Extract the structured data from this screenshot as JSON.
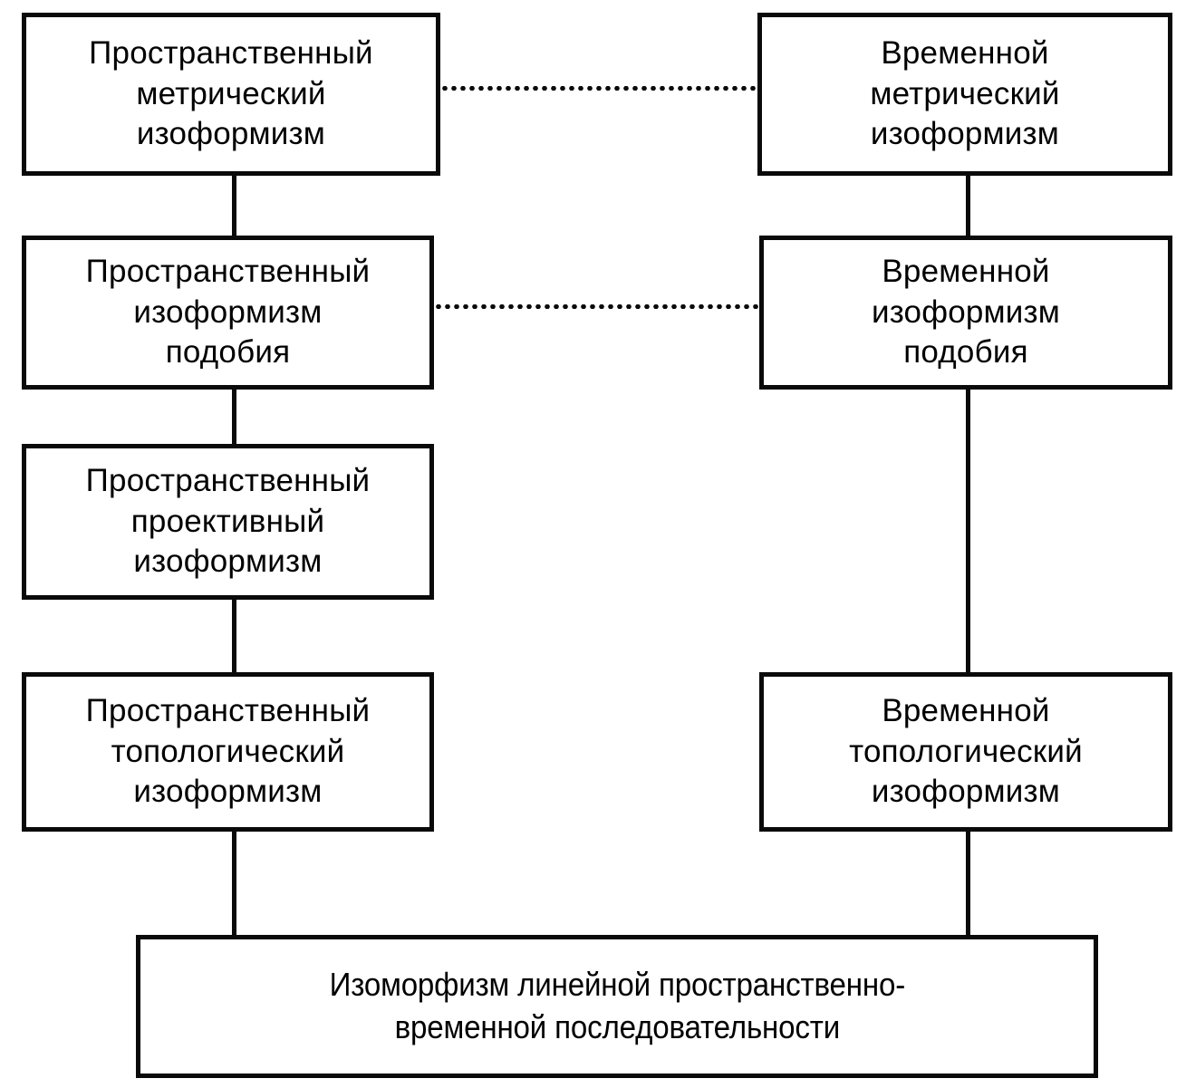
{
  "diagram": {
    "title_text_present": false,
    "colors": {
      "stroke": "#0a0a0a",
      "background": "#ffffff",
      "text": "#000000"
    },
    "columns": [
      {
        "key": "spatial",
        "heading_word": "Пространственный"
      },
      {
        "key": "temporal",
        "heading_word": "Временной"
      }
    ],
    "nodes": [
      {
        "id": "spatial-metric",
        "label": "Пространственный\nметрический\nизоформизм",
        "column": "spatial",
        "row": 1
      },
      {
        "id": "temporal-metric",
        "label": "Временной\nметрический\nизоформизм",
        "column": "temporal",
        "row": 1
      },
      {
        "id": "spatial-similarity",
        "label": "Пространственный\nизоформизм\nподобия",
        "column": "spatial",
        "row": 2
      },
      {
        "id": "temporal-similarity",
        "label": "Временной\nизоформизм\nподобия",
        "column": "temporal",
        "row": 2
      },
      {
        "id": "spatial-projective",
        "label": "Пространственный\nпроективный\nизоформизм",
        "column": "spatial",
        "row": 3
      },
      {
        "id": "spatial-topological",
        "label": "Пространственный\nтопологический\nизоформизм",
        "column": "spatial",
        "row": 4
      },
      {
        "id": "temporal-topological",
        "label": "Временной\nтопологический\nизоформизм",
        "column": "temporal",
        "row": 4
      },
      {
        "id": "linear-spacetime-sequence",
        "label": "Изоморфизм линейной пространственно-\nвременной последовательности",
        "column": "both",
        "row": 5
      }
    ],
    "connectors": [
      {
        "id": "c-spatial-metric-to-similarity",
        "style": "solid",
        "orientation": "vertical",
        "from": "spatial-metric",
        "to": "spatial-similarity"
      },
      {
        "id": "c-spatial-similarity-to-projective",
        "style": "solid",
        "orientation": "vertical",
        "from": "spatial-similarity",
        "to": "spatial-projective"
      },
      {
        "id": "c-spatial-projective-to-topological",
        "style": "solid",
        "orientation": "vertical",
        "from": "spatial-projective",
        "to": "spatial-topological"
      },
      {
        "id": "c-spatial-topological-to-sequence",
        "style": "solid",
        "orientation": "vertical",
        "from": "spatial-topological",
        "to": "linear-spacetime-sequence"
      },
      {
        "id": "c-temporal-metric-to-similarity",
        "style": "solid",
        "orientation": "vertical",
        "from": "temporal-metric",
        "to": "temporal-similarity"
      },
      {
        "id": "c-temporal-similarity-to-topological",
        "style": "solid",
        "orientation": "vertical",
        "from": "temporal-similarity",
        "to": "temporal-topological"
      },
      {
        "id": "c-temporal-topological-to-sequence",
        "style": "solid",
        "orientation": "vertical",
        "from": "temporal-topological",
        "to": "linear-spacetime-sequence"
      },
      {
        "id": "c-metric-cross",
        "style": "dotted",
        "orientation": "horizontal",
        "from": "spatial-metric",
        "to": "temporal-metric"
      },
      {
        "id": "c-similarity-cross",
        "style": "dotted",
        "orientation": "horizontal",
        "from": "spatial-similarity",
        "to": "temporal-similarity"
      }
    ]
  }
}
